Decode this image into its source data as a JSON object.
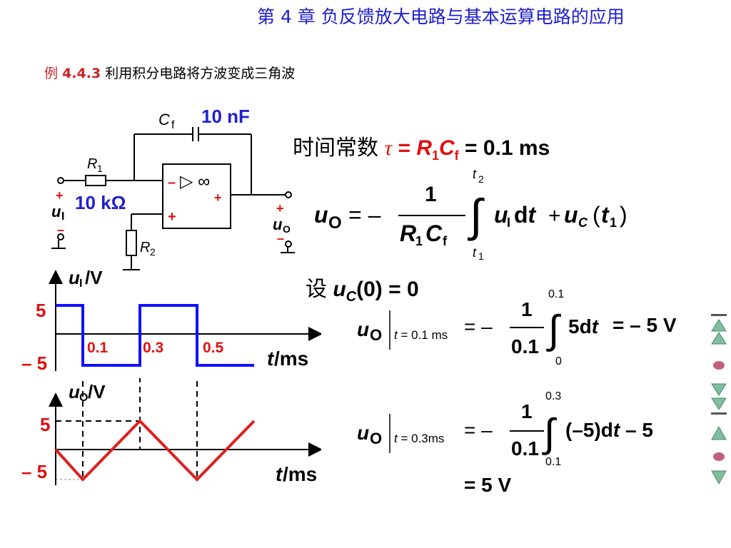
{
  "header": {
    "title": "第 4 章    负反馈放大电路与基本运算电路的应用",
    "example_prefix": "例",
    "example_number": "4.4.3",
    "example_text": "利用积分电路将方波变成三角波"
  },
  "circuit": {
    "cf_label": "C",
    "cf_sub": "f",
    "cf_value": "10 nF",
    "r1_label": "R",
    "r1_sub": "1",
    "r1_value": "10 kΩ",
    "r2_label": "R",
    "r2_sub": "2",
    "opamp_symbol": "▷ ∞",
    "minus": "–",
    "plus": "+",
    "ui_label": "u",
    "ui_sub": "I",
    "uo_label": "u",
    "uo_sub": "O"
  },
  "equations": {
    "time_constant_text": "时间常数",
    "tau": "τ",
    "eq": "=",
    "r1c": "R",
    "r1c_sub": "1",
    "cf": "C",
    "cf_sub": "f",
    "tau_value": "= 0.1 ms",
    "set_text": "设",
    "uc0": "u",
    "uc0_sub": "C",
    "uc0_rest": "(0) = 0",
    "result1": "=  – 5 V",
    "result2": "= 5 V"
  },
  "input_chart": {
    "y_label": "u",
    "y_sub": "I",
    "y_unit": "/V",
    "x_label": "t",
    "x_unit": "/ms",
    "y_high": "5",
    "y_low": "– 5",
    "ticks": [
      "0.1",
      "0.3",
      "0.5"
    ]
  },
  "output_chart": {
    "y_label": "u",
    "y_sub": "O",
    "y_unit": "/V",
    "x_label": "t",
    "x_unit": "/ms",
    "y_high": "5",
    "y_low": "– 5"
  },
  "colors": {
    "accent_blue": "#1f1fd0",
    "accent_red": "#e01010",
    "signal_blue": "#1010ff",
    "signal_red": "#e02020"
  },
  "nav_icons": [
    "nav-first-icon",
    "nav-prev-icon",
    "nav-home-icon",
    "nav-next-icon",
    "nav-last-icon"
  ]
}
